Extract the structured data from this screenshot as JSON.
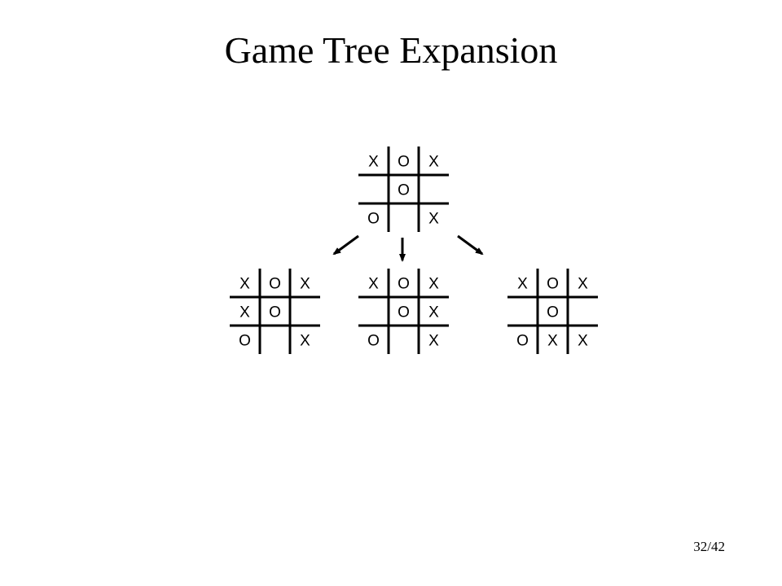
{
  "slide": {
    "title": "Game Tree Expansion",
    "page_number": "32/42"
  },
  "tree": {
    "root": {
      "board": [
        [
          "X",
          "O",
          "X"
        ],
        [
          "",
          "O",
          ""
        ],
        [
          "O",
          "",
          "X"
        ]
      ]
    },
    "children": [
      {
        "board": [
          [
            "X",
            "O",
            "X"
          ],
          [
            "X",
            "O",
            ""
          ],
          [
            "O",
            "",
            "X"
          ]
        ]
      },
      {
        "board": [
          [
            "X",
            "O",
            "X"
          ],
          [
            "",
            "O",
            "X"
          ],
          [
            "O",
            "",
            "X"
          ]
        ]
      },
      {
        "board": [
          [
            "X",
            "O",
            "X"
          ],
          [
            "",
            "O",
            ""
          ],
          [
            "O",
            "X",
            "X"
          ]
        ]
      }
    ]
  }
}
